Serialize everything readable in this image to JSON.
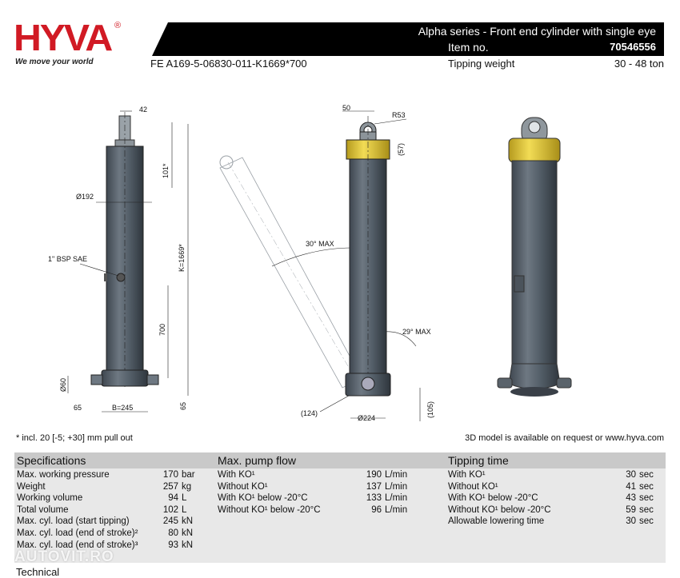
{
  "logo": {
    "text": "HYVA",
    "reg": "®",
    "tagline": "We move your world"
  },
  "header": {
    "title": "Alpha series - Front end cylinder with single eye",
    "item_label": "Item no.",
    "item_no": "70546556",
    "code": "FE A169-5-06830-011-K1669*700",
    "tipping_label": "Tipping weight",
    "tipping_value": "30 - 48 ton"
  },
  "drawing": {
    "dims": {
      "d42": "42",
      "d101": "101*",
      "d192": "Ø192",
      "bsp": "1\" BSP SAE",
      "k": "K=1669*",
      "d700": "700",
      "d60": "Ø60",
      "d65a": "65",
      "b245": "B=245",
      "d65b": "65",
      "d50": "50",
      "r53": "R53",
      "d57": "(57)",
      "max30": "30° MAX",
      "max29": "29° MAX",
      "d124": "(124)",
      "d224": "Ø224",
      "d105": "(105)"
    }
  },
  "notes": {
    "footnote": "* incl. 20 [-5; +30] mm pull out",
    "model": "3D model is available on request or www.hyva.com"
  },
  "specs": {
    "headers": [
      "Specifications",
      "Max. pump flow",
      "Tipping time"
    ],
    "specifications": [
      {
        "name": "Max. working pressure",
        "value": "170",
        "unit": "bar"
      },
      {
        "name": "Weight",
        "value": "257",
        "unit": "kg"
      },
      {
        "name": "Working volume",
        "value": "94",
        "unit": "L"
      },
      {
        "name": "Total volume",
        "value": "102",
        "unit": "L"
      },
      {
        "name": "Max. cyl. load (start tipping)",
        "value": "245",
        "unit": "kN"
      },
      {
        "name": "Max. cyl. load (end of stroke)²",
        "value": "80",
        "unit": "kN"
      },
      {
        "name": "Max. cyl. load (end of stroke)³",
        "value": "93",
        "unit": "kN"
      }
    ],
    "pump_flow": [
      {
        "name": "With KO¹",
        "value": "190",
        "unit": "L/min"
      },
      {
        "name": "Without KO¹",
        "value": "137",
        "unit": "L/min"
      },
      {
        "name": "With KO¹ below -20°C",
        "value": "133",
        "unit": "L/min"
      },
      {
        "name": "Without KO¹ below -20°C",
        "value": "96",
        "unit": "L/min"
      }
    ],
    "tipping_time": [
      {
        "name": "With KO¹",
        "value": "30",
        "unit": "sec"
      },
      {
        "name": "Without KO¹",
        "value": "41",
        "unit": "sec"
      },
      {
        "name": "With KO¹ below -20°C",
        "value": "43",
        "unit": "sec"
      },
      {
        "name": "Without KO¹ below -20°C",
        "value": "59",
        "unit": "sec"
      },
      {
        "name": "Allowable lowering time",
        "value": "30",
        "unit": "sec"
      }
    ]
  },
  "bottom_text": "Technical",
  "watermark": "AUTOVIT.RO"
}
